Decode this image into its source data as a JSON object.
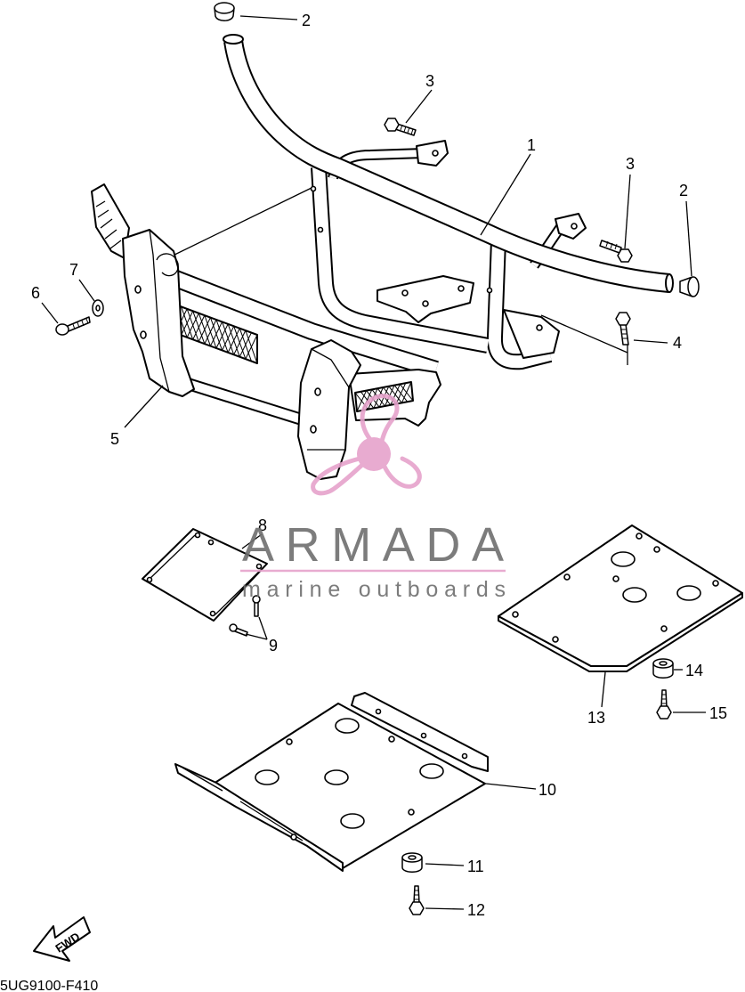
{
  "callouts": {
    "c1": "1",
    "c2_top": "2",
    "c2_right": "2",
    "c3_top": "3",
    "c3_right": "3",
    "c4": "4",
    "c5": "5",
    "c6": "6",
    "c7": "7",
    "c8": "8",
    "c9": "9",
    "c10": "10",
    "c11": "11",
    "c12": "12",
    "c13": "13",
    "c14": "14",
    "c15": "15"
  },
  "fwd_label": "FWD",
  "drawing_code": "5UG9100-F410",
  "watermark": {
    "brand": "ARMADA",
    "tagline": "marine outboards",
    "brand_color": "#6e6e6e",
    "accent_color": "#e6a3cc"
  },
  "colors": {
    "line": "#000000",
    "background": "#ffffff"
  }
}
